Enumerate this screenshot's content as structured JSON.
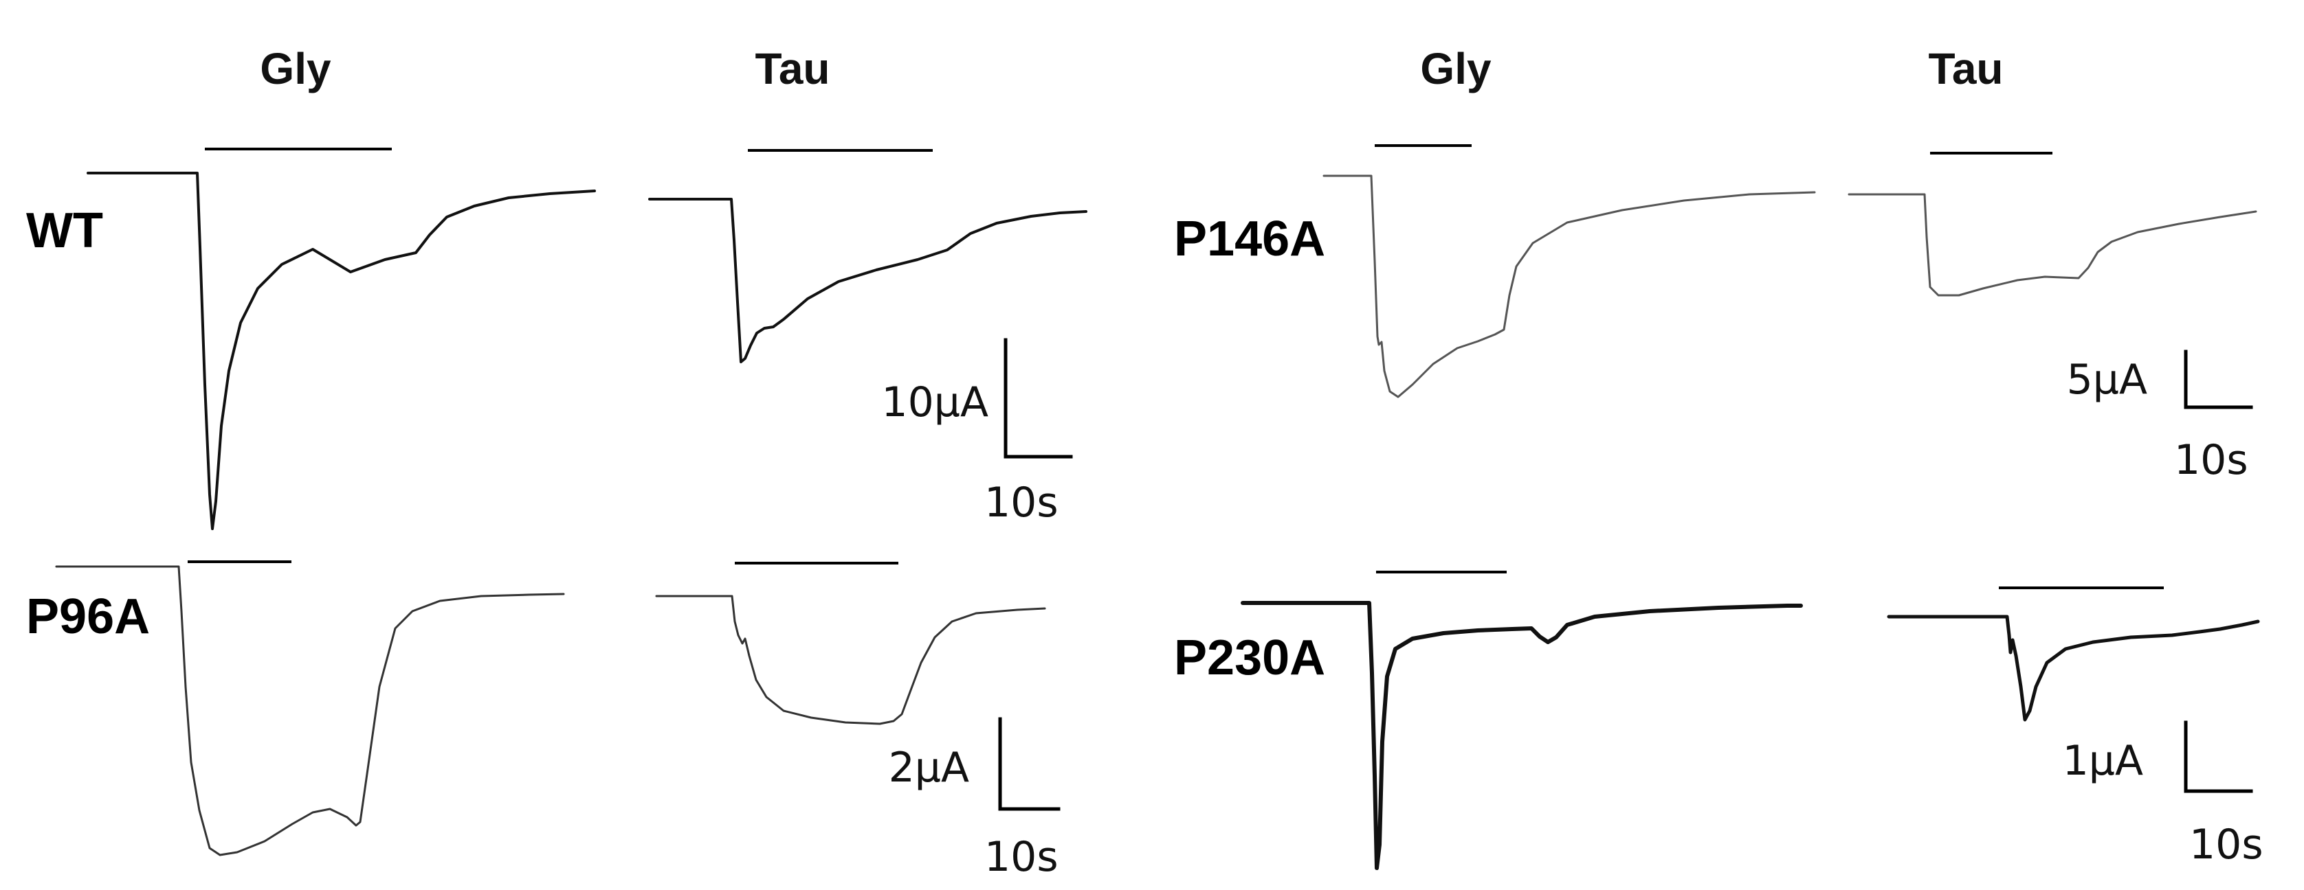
{
  "columns": {
    "left_gly": "Gly",
    "left_tau": "Tau",
    "right_gly": "Gly",
    "right_tau": "Tau"
  },
  "rows": {
    "wt": "WT",
    "p96a": "P96A",
    "p146a": "P146A",
    "p230a": "P230A"
  },
  "scale_bars": {
    "wt": {
      "current": "10μA",
      "time": "10s"
    },
    "p96a": {
      "current": "2μA",
      "time": "10s"
    },
    "p146a": {
      "current": "5μA",
      "time": "10s"
    },
    "p230a": {
      "current": "1μA",
      "time": "10s"
    }
  },
  "colors": {
    "trace_dark": "#111111",
    "trace_gray": "#555555",
    "text": "#000000"
  }
}
